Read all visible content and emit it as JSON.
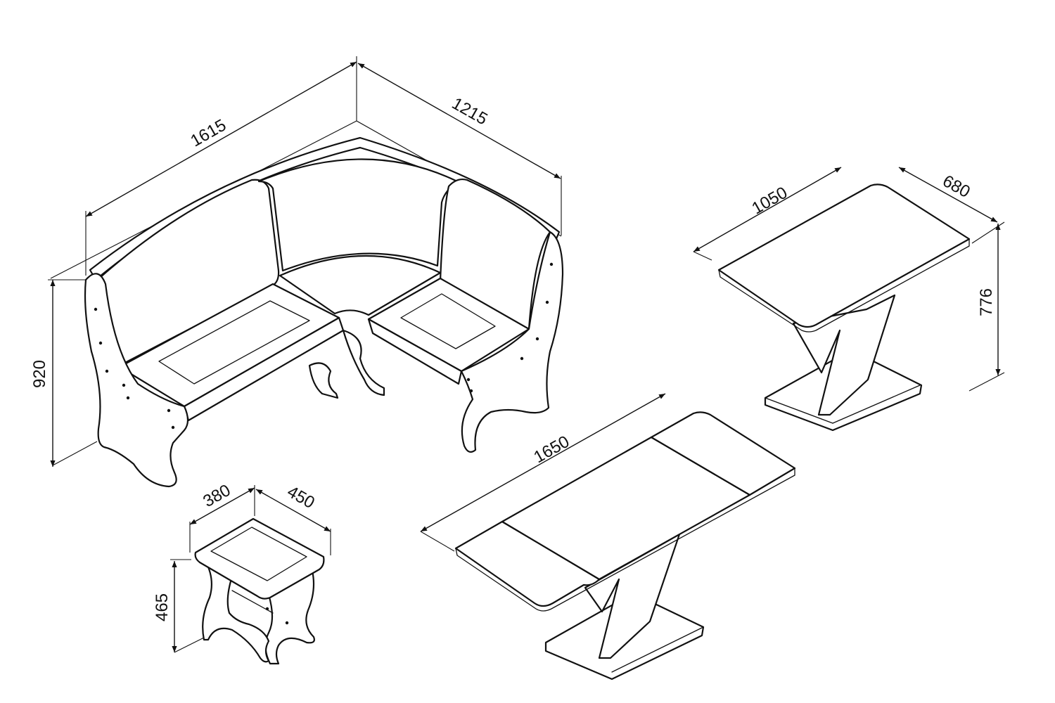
{
  "dimensions": {
    "bench_left_length": "1615",
    "bench_right_length": "1215",
    "bench_height": "920",
    "table_small_length": "1050",
    "table_small_width": "680",
    "table_small_height": "776",
    "table_extended_length": "1650",
    "stool_depth": "380",
    "stool_width": "450",
    "stool_height": "465"
  },
  "colors": {
    "line": "#111111",
    "background": "#ffffff"
  }
}
